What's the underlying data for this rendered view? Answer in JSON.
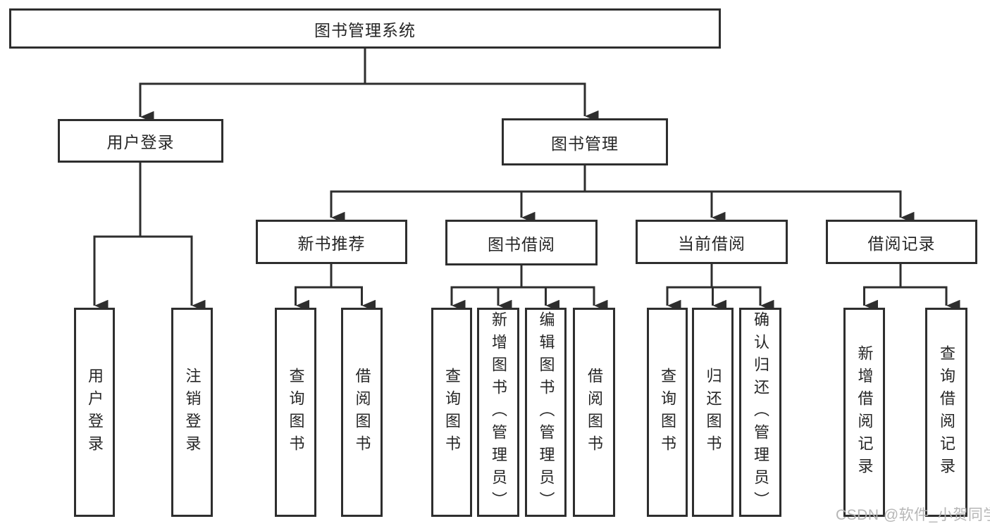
{
  "diagram": {
    "title": "图书管理系统",
    "nodes": {
      "root": {
        "label": "图书管理系统"
      },
      "level2": [
        {
          "label": "用户登录"
        },
        {
          "label": "图书管理"
        }
      ],
      "level3": [
        {
          "label": "新书推荐",
          "parent": "图书管理"
        },
        {
          "label": "图书借阅",
          "parent": "图书管理"
        },
        {
          "label": "当前借阅",
          "parent": "图书管理"
        },
        {
          "label": "借阅记录",
          "parent": "图书管理"
        }
      ],
      "leaves": [
        {
          "label": "用户登录",
          "parent": "用户登录"
        },
        {
          "label": "注销登录",
          "parent": "用户登录"
        },
        {
          "label": "查询图书",
          "parent": "新书推荐"
        },
        {
          "label": "借阅图书",
          "parent": "新书推荐"
        },
        {
          "label": "查询图书",
          "parent": "图书借阅"
        },
        {
          "label": "新增图书（管理员）",
          "parent": "图书借阅"
        },
        {
          "label": "编辑图书（管理员）",
          "parent": "图书借阅"
        },
        {
          "label": "借阅图书",
          "parent": "图书借阅"
        },
        {
          "label": "查询图书",
          "parent": "当前借阅"
        },
        {
          "label": "归还图书",
          "parent": "当前借阅"
        },
        {
          "label": "确认归还（管理员）",
          "parent": "当前借阅"
        },
        {
          "label": "新增借阅记录",
          "parent": "借阅记录"
        },
        {
          "label": "查询借阅记录",
          "parent": "借阅记录"
        }
      ]
    },
    "colors": {
      "line": "#2e2e2e",
      "text": "#262626",
      "box_background": "#ffffff",
      "watermark": "#b2b2b2"
    }
  },
  "watermark": {
    "text": "CSDN @软件_小贺同学"
  }
}
